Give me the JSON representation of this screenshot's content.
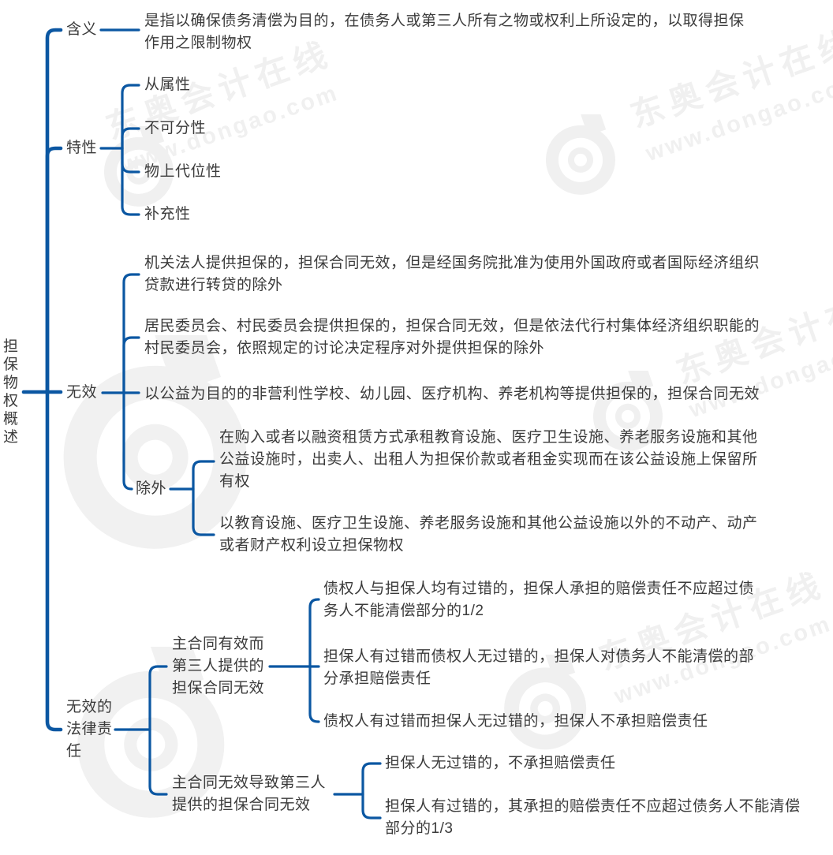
{
  "map": {
    "root": {
      "label": "担保物权概述"
    },
    "branches": [
      {
        "label": "含义",
        "children": [
          {
            "text": "是指以确保债务清偿为目的，在债务人或第三人所有之物或权利上所设定的，以取得担保\n作用之限制物权"
          }
        ]
      },
      {
        "label": "特性",
        "children": [
          {
            "text": "从属性"
          },
          {
            "text": "不可分性"
          },
          {
            "text": "物上代位性"
          },
          {
            "text": "补充性"
          }
        ]
      },
      {
        "label": "无效",
        "children": [
          {
            "text": "机关法人提供担保的，担保合同无效，但是经国务院批准为使用外国政府或者国际经济组织\n贷款进行转贷的除外"
          },
          {
            "text": "居民委员会、村民委员会提供担保的，担保合同无效，但是依法代行村集体经济组织职能的\n村民委员会，依照规定的讨论决定程序对外提供担保的除外"
          },
          {
            "text": "以公益为目的的非营利性学校、幼儿园、医疗机构、养老机构等提供担保的，担保合同无效"
          },
          {
            "label": "除外",
            "children": [
              {
                "text": "在购入或者以融资租赁方式承租教育设施、医疗卫生设施、养老服务设施和其他\n公益设施时，出卖人、出租人为担保价款或者租金实现而在该公益设施上保留所\n有权"
              },
              {
                "text": "以教育设施、医疗卫生设施、养老服务设施和其他公益设施以外的不动产、动产\n或者财产权利设立担保物权"
              }
            ]
          }
        ]
      },
      {
        "label": "无效的\n法律责\n任",
        "children": [
          {
            "label": "主合同有效而\n第三人提供的\n担保合同无效",
            "children": [
              {
                "text": "债权人与担保人均有过错的，担保人承担的赔偿责任不应超过债\n务人不能清偿部分的1/2"
              },
              {
                "text": "担保人有过错而债权人无过错的，担保人对债务人不能清偿的部\n分承担赔偿责任"
              },
              {
                "text": "债权人有过错而担保人无过错的，担保人不承担赔偿责任"
              }
            ]
          },
          {
            "label": "主合同无效导致第三人\n提供的担保合同无效",
            "children": [
              {
                "text": "担保人无过错的，不承担赔偿责任"
              },
              {
                "text": "担保人有过错的，其承担的赔偿责任不应超过债务人不能清偿\n部分的1/3"
              }
            ]
          }
        ]
      }
    ]
  },
  "watermark": {
    "brand": "东奥会计在线",
    "url": "www.dongao.com"
  },
  "colors": {
    "line": "#0b57a2",
    "text": "#3b3b3b",
    "watermark": "#f0f0f0"
  }
}
